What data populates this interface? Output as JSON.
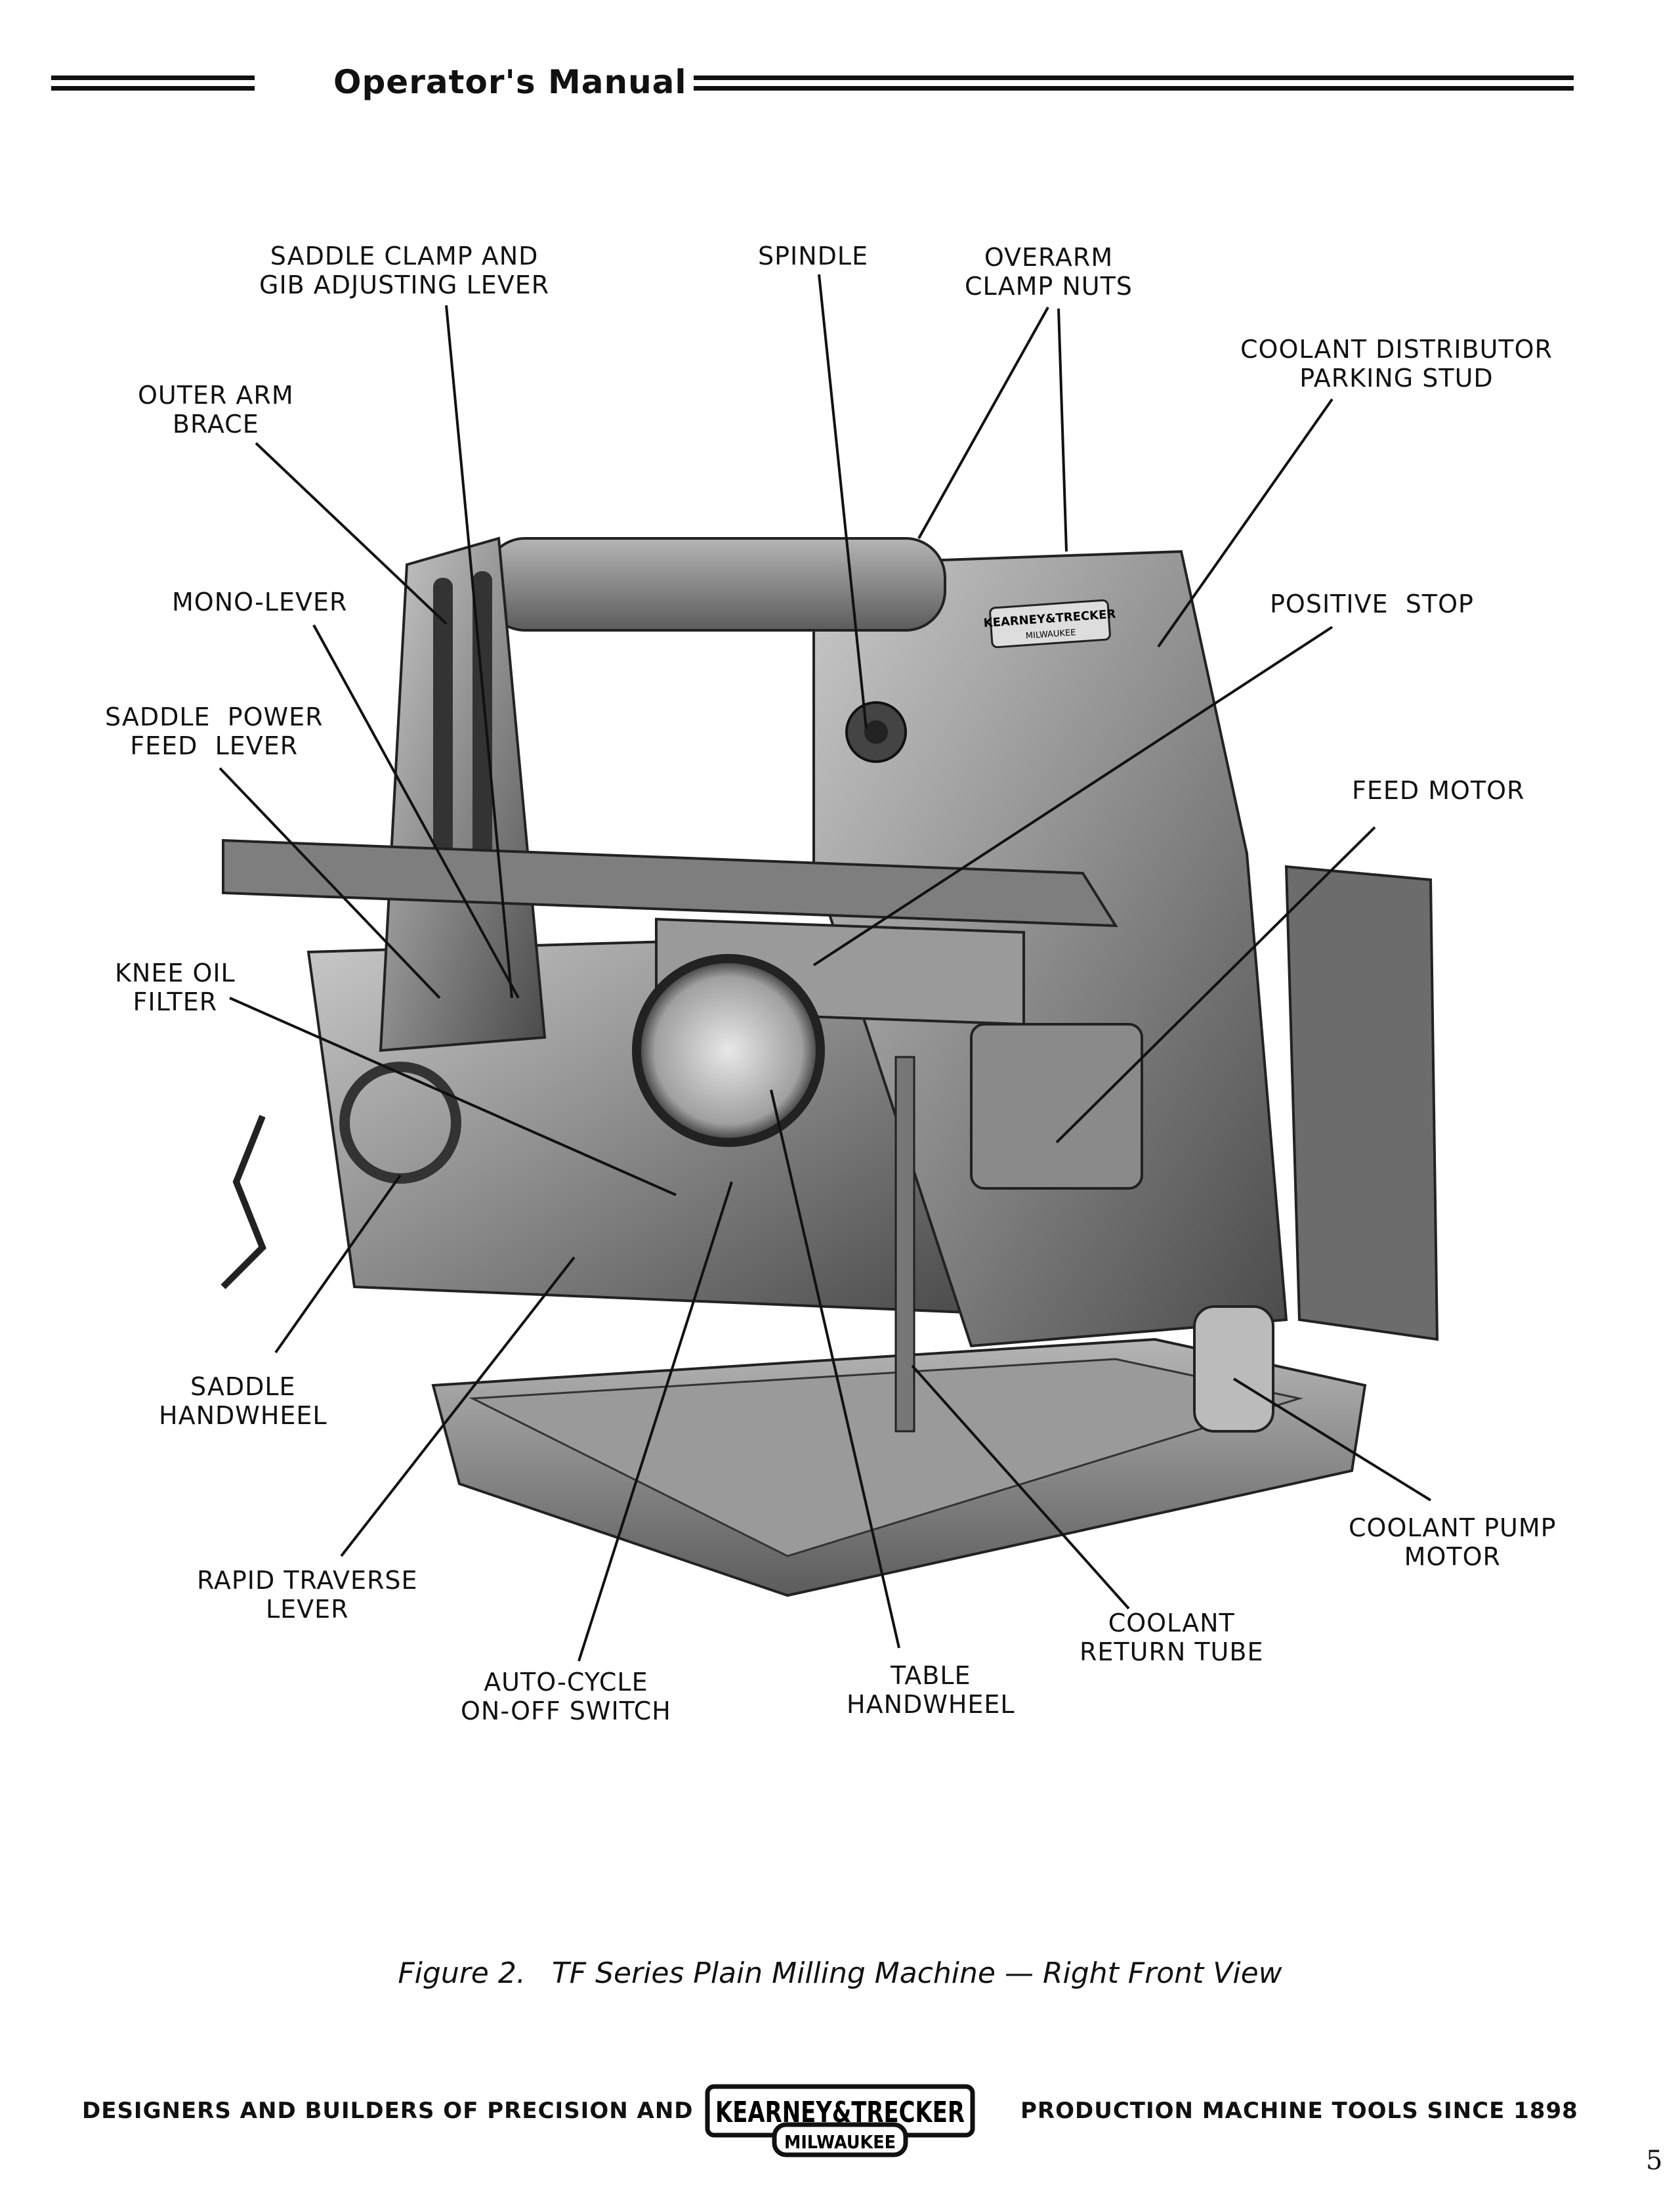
{
  "header": {
    "title": "Operator's Manual"
  },
  "figure": {
    "labels": [
      {
        "id": "saddle-clamp",
        "text": "SADDLE CLAMP AND\nGIB ADJUSTING LEVER"
      },
      {
        "id": "spindle",
        "text": "SPINDLE"
      },
      {
        "id": "overarm-clamp-nuts",
        "text": "OVERARM\nCLAMP NUTS"
      },
      {
        "id": "coolant-distributor",
        "text": "COOLANT DISTRIBUTOR\nPARKING STUD"
      },
      {
        "id": "outer-arm-brace",
        "text": "OUTER ARM\nBRACE"
      },
      {
        "id": "mono-lever",
        "text": "MONO-LEVER"
      },
      {
        "id": "positive-stop",
        "text": "POSITIVE  STOP"
      },
      {
        "id": "saddle-power-feed",
        "text": "SADDLE  POWER\nFEED  LEVER"
      },
      {
        "id": "feed-motor",
        "text": "FEED MOTOR"
      },
      {
        "id": "knee-oil-filter",
        "text": "KNEE OIL\nFILTER"
      },
      {
        "id": "saddle-handwheel",
        "text": "SADDLE\nHANDWHEEL"
      },
      {
        "id": "coolant-pump-motor",
        "text": "COOLANT PUMP\nMOTOR"
      },
      {
        "id": "rapid-traverse",
        "text": "RAPID TRAVERSE\nLEVER"
      },
      {
        "id": "coolant-return",
        "text": "COOLANT\nRETURN TUBE"
      },
      {
        "id": "auto-cycle",
        "text": "AUTO-CYCLE\nON-OFF SWITCH"
      },
      {
        "id": "table-handwheel",
        "text": "TABLE\nHANDWHEEL"
      }
    ],
    "nameplate": {
      "line1": "KEARNEY&TRECKER",
      "line2": "MILWAUKEE"
    },
    "caption": {
      "number": "Figure 2.",
      "text": "TF Series Plain Milling Machine — Right Front View"
    }
  },
  "footer": {
    "left": "DESIGNERS AND BUILDERS OF PRECISION AND",
    "right": "PRODUCTION MACHINE TOOLS SINCE 1898",
    "logo_line1": "KEARNEY&TRECKER",
    "logo_line2": "MILWAUKEE",
    "page_number": "5"
  }
}
